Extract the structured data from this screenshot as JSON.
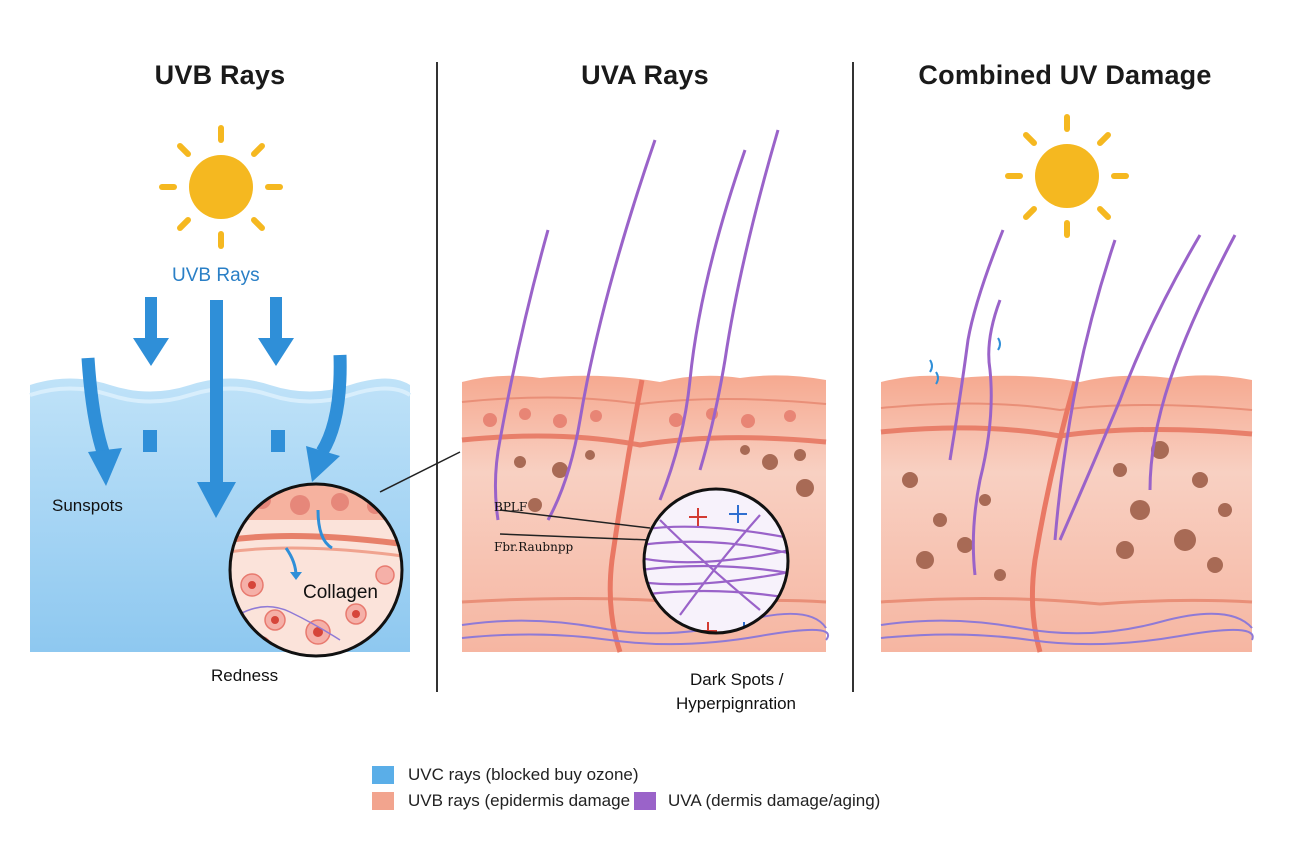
{
  "panels": {
    "uvb": {
      "title": "UVB Rays",
      "ray_label": "UVB Rays",
      "label_sunspots": "Sunspots",
      "label_collagen": "Collagen",
      "label_redness": "Redness"
    },
    "uva": {
      "title": "UVA Rays",
      "inset_label_1": "BPLF",
      "inset_label_2": "Fbr.Raubnpp",
      "label_dark_spots_1": "Dark Spots /",
      "label_dark_spots_2": "Hyperpignration"
    },
    "combined": {
      "title": "Combined UV Damage"
    }
  },
  "legend": {
    "items": [
      {
        "label": "UVC rays (blocked buy ozone)",
        "color": "#5aaee8"
      },
      {
        "label": "UVB rays (epidermis damage",
        "color": "#f2a48e"
      },
      {
        "label": "UVA (dermis damage/aging)",
        "color": "#9a63c9"
      }
    ]
  },
  "colors": {
    "sun": "#f5b820",
    "uvb_arrow": "#2f8fd8",
    "uva_ray": "#9a63c9",
    "water": "#9fd0f3",
    "skin": "#f4b3a0",
    "dermis": "#f7d3c5"
  }
}
